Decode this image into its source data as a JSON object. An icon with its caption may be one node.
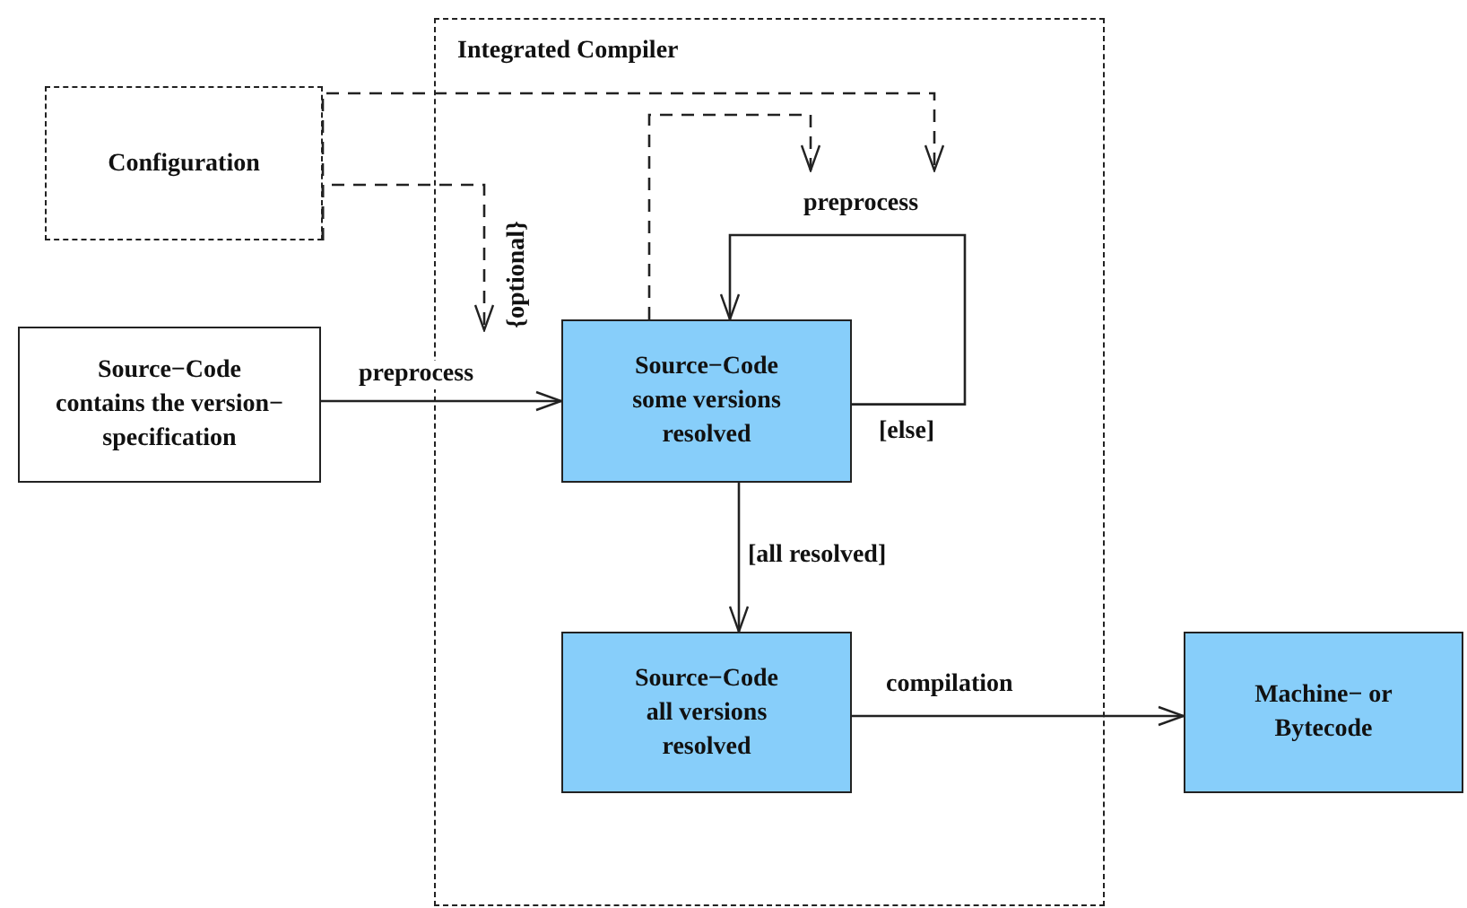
{
  "diagram": {
    "nodes": [
      {
        "text": [
          "Integrated Compiler"
        ]
      },
      {
        "text": [
          "Configuration"
        ]
      },
      {
        "text": [
          "Source−Code",
          "contains the version− specification"
        ]
      },
      {
        "text": [
          "Source−Code",
          "some versions resolved"
        ],
        "in": 0
      },
      {
        "text": [
          "Source−Code",
          "all versions resolved"
        ],
        "in": 0
      },
      {
        "text": [
          "Machine− or Bytecode"
        ]
      }
    ],
    "edges": [
      {
        "from": 2,
        "to": 3,
        "arrow": "to",
        "label": "preprocess"
      },
      {
        "from": 3,
        "to": 3,
        "arrow": "to",
        "label": "preprocess"
      },
      {
        "from": 3,
        "to": 4,
        "arrow": "to",
        "label": "[all resolved]"
      },
      {
        "from": 4,
        "to": 5,
        "arrow": "to",
        "label": "compilation"
      },
      {
        "from": 1,
        "to": null,
        "arrow": "to",
        "style": "dashed",
        "label": "{optional}"
      },
      {
        "from": 1,
        "to": null,
        "arrow": "to",
        "style": "dashed"
      },
      {
        "from": 3,
        "to": null,
        "arrow": "to",
        "style": "dashed"
      }
    ],
    "labels": [
      "[else]"
    ]
  }
}
